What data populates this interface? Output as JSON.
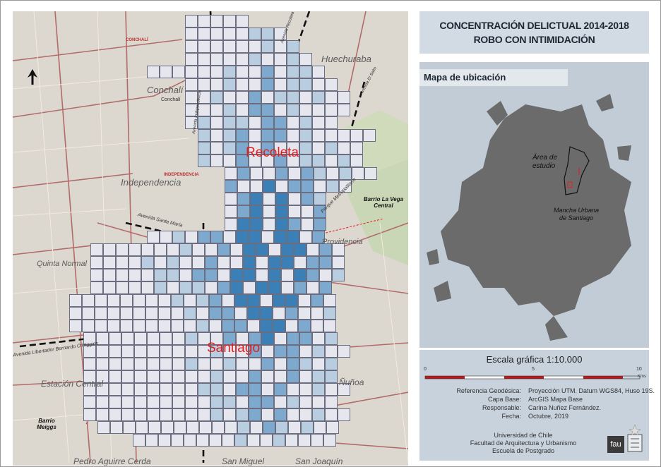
{
  "title": {
    "line1": "CONCENTRACIÓN DELICTUAL 2014-2018",
    "line2": "ROBO CON INTIMIDACIÓN"
  },
  "location_map": {
    "heading": "Mapa de ubicación",
    "study_area": "Área de estudio",
    "urban_area_line1": "Mancha Urbana",
    "urban_area_line2": "de Santiago"
  },
  "scale": {
    "title": "Escala gráfica 1:10.000",
    "tick_0": "0",
    "tick_5": "5",
    "tick_10": "10",
    "unit": "Kms"
  },
  "metadata": [
    {
      "key": "Referencia Geodésica:",
      "value": "Proyección UTM. Datum WGS84, Huso 19S."
    },
    {
      "key": "Capa Base:",
      "value": "ArcGIS Mapa Base"
    },
    {
      "key": "Responsable:",
      "value": "Carina Nuñez Fernández."
    },
    {
      "key": "Fecha:",
      "value": "Octubre, 2019"
    }
  ],
  "institution": {
    "line1": "Universidad de Chile",
    "line2": "Facultad de Arquitectura y Urbanismo",
    "line3": "Escuela de Postgrado",
    "logo_text": "fau"
  },
  "map": {
    "communes": [
      "Huechuraba",
      "Conchalí",
      "Independencia",
      "Quinta Normal",
      "Estación Central",
      "Providencia",
      "Ñuñoa",
      "Pedro Aguirre Cerda",
      "San Miguel",
      "San Joaquín"
    ],
    "highlights": [
      "Recoleta",
      "Santiago"
    ],
    "notes": [
      "Barrio La Vega Central",
      "Barrio Meiggs"
    ],
    "streets": [
      "Avenida Santa María",
      "Avenida Libertador Bernardo O'Higgins",
      "Parque Metropolitano",
      "Avenida El Salto",
      "Avenida Recoleta",
      "Avenida Independencia"
    ],
    "small_labels": [
      "CONCHALÍ",
      "Conchalí",
      "INDEPENDENCIA"
    ]
  },
  "colors": {
    "cell_low": "#e6e6ee",
    "cell_mid": "#b8cde0",
    "cell_high": "#7ea9cf",
    "cell_top": "#3a7fb5",
    "highlight_red": "#e02020",
    "urban_gray": "#6b6b6b"
  }
}
